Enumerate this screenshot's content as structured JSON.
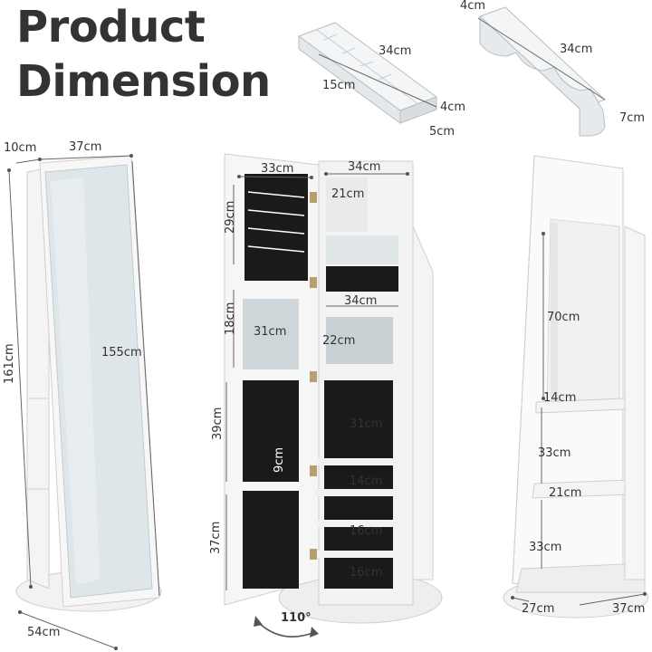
{
  "title": {
    "line1": "Product",
    "line2": "Dimension"
  },
  "dimensions": {
    "tray1_length": "34cm",
    "tray1_width": "15cm",
    "tray1_height": "4cm",
    "tray1_depth": "5cm",
    "tray2_top": "4cm",
    "tray2_length": "34cm",
    "tray2_height": "7cm",
    "mirror_depth": "10cm",
    "mirror_width": "37cm",
    "total_height": "161cm",
    "mirror_height": "155cm",
    "base_diameter": "54cm",
    "door_width": "33cm",
    "cabinet_width": "34cm",
    "door_sec1": "29cm",
    "cabinet_top_shelf": "21cm",
    "door_sec2": "18cm",
    "door_mirror_width": "31cm",
    "cabinet_mid_width": "34cm",
    "cabinet_mirror_width": "22cm",
    "door_sec3": "39cm",
    "door_hook": "9cm",
    "cabinet_sec1": "31cm",
    "cabinet_sec2": "14cm",
    "cabinet_sec3": "16cm",
    "cabinet_sec4": "16cm",
    "door_sec4": "37cm",
    "open_angle": "110°",
    "back_mirror": "70cm",
    "back_shelf_top": "14cm",
    "back_gap1": "33cm",
    "back_shelf_mid": "21cm",
    "back_gap2": "33cm",
    "back_base_depth": "27cm",
    "back_base_width": "37cm"
  }
}
